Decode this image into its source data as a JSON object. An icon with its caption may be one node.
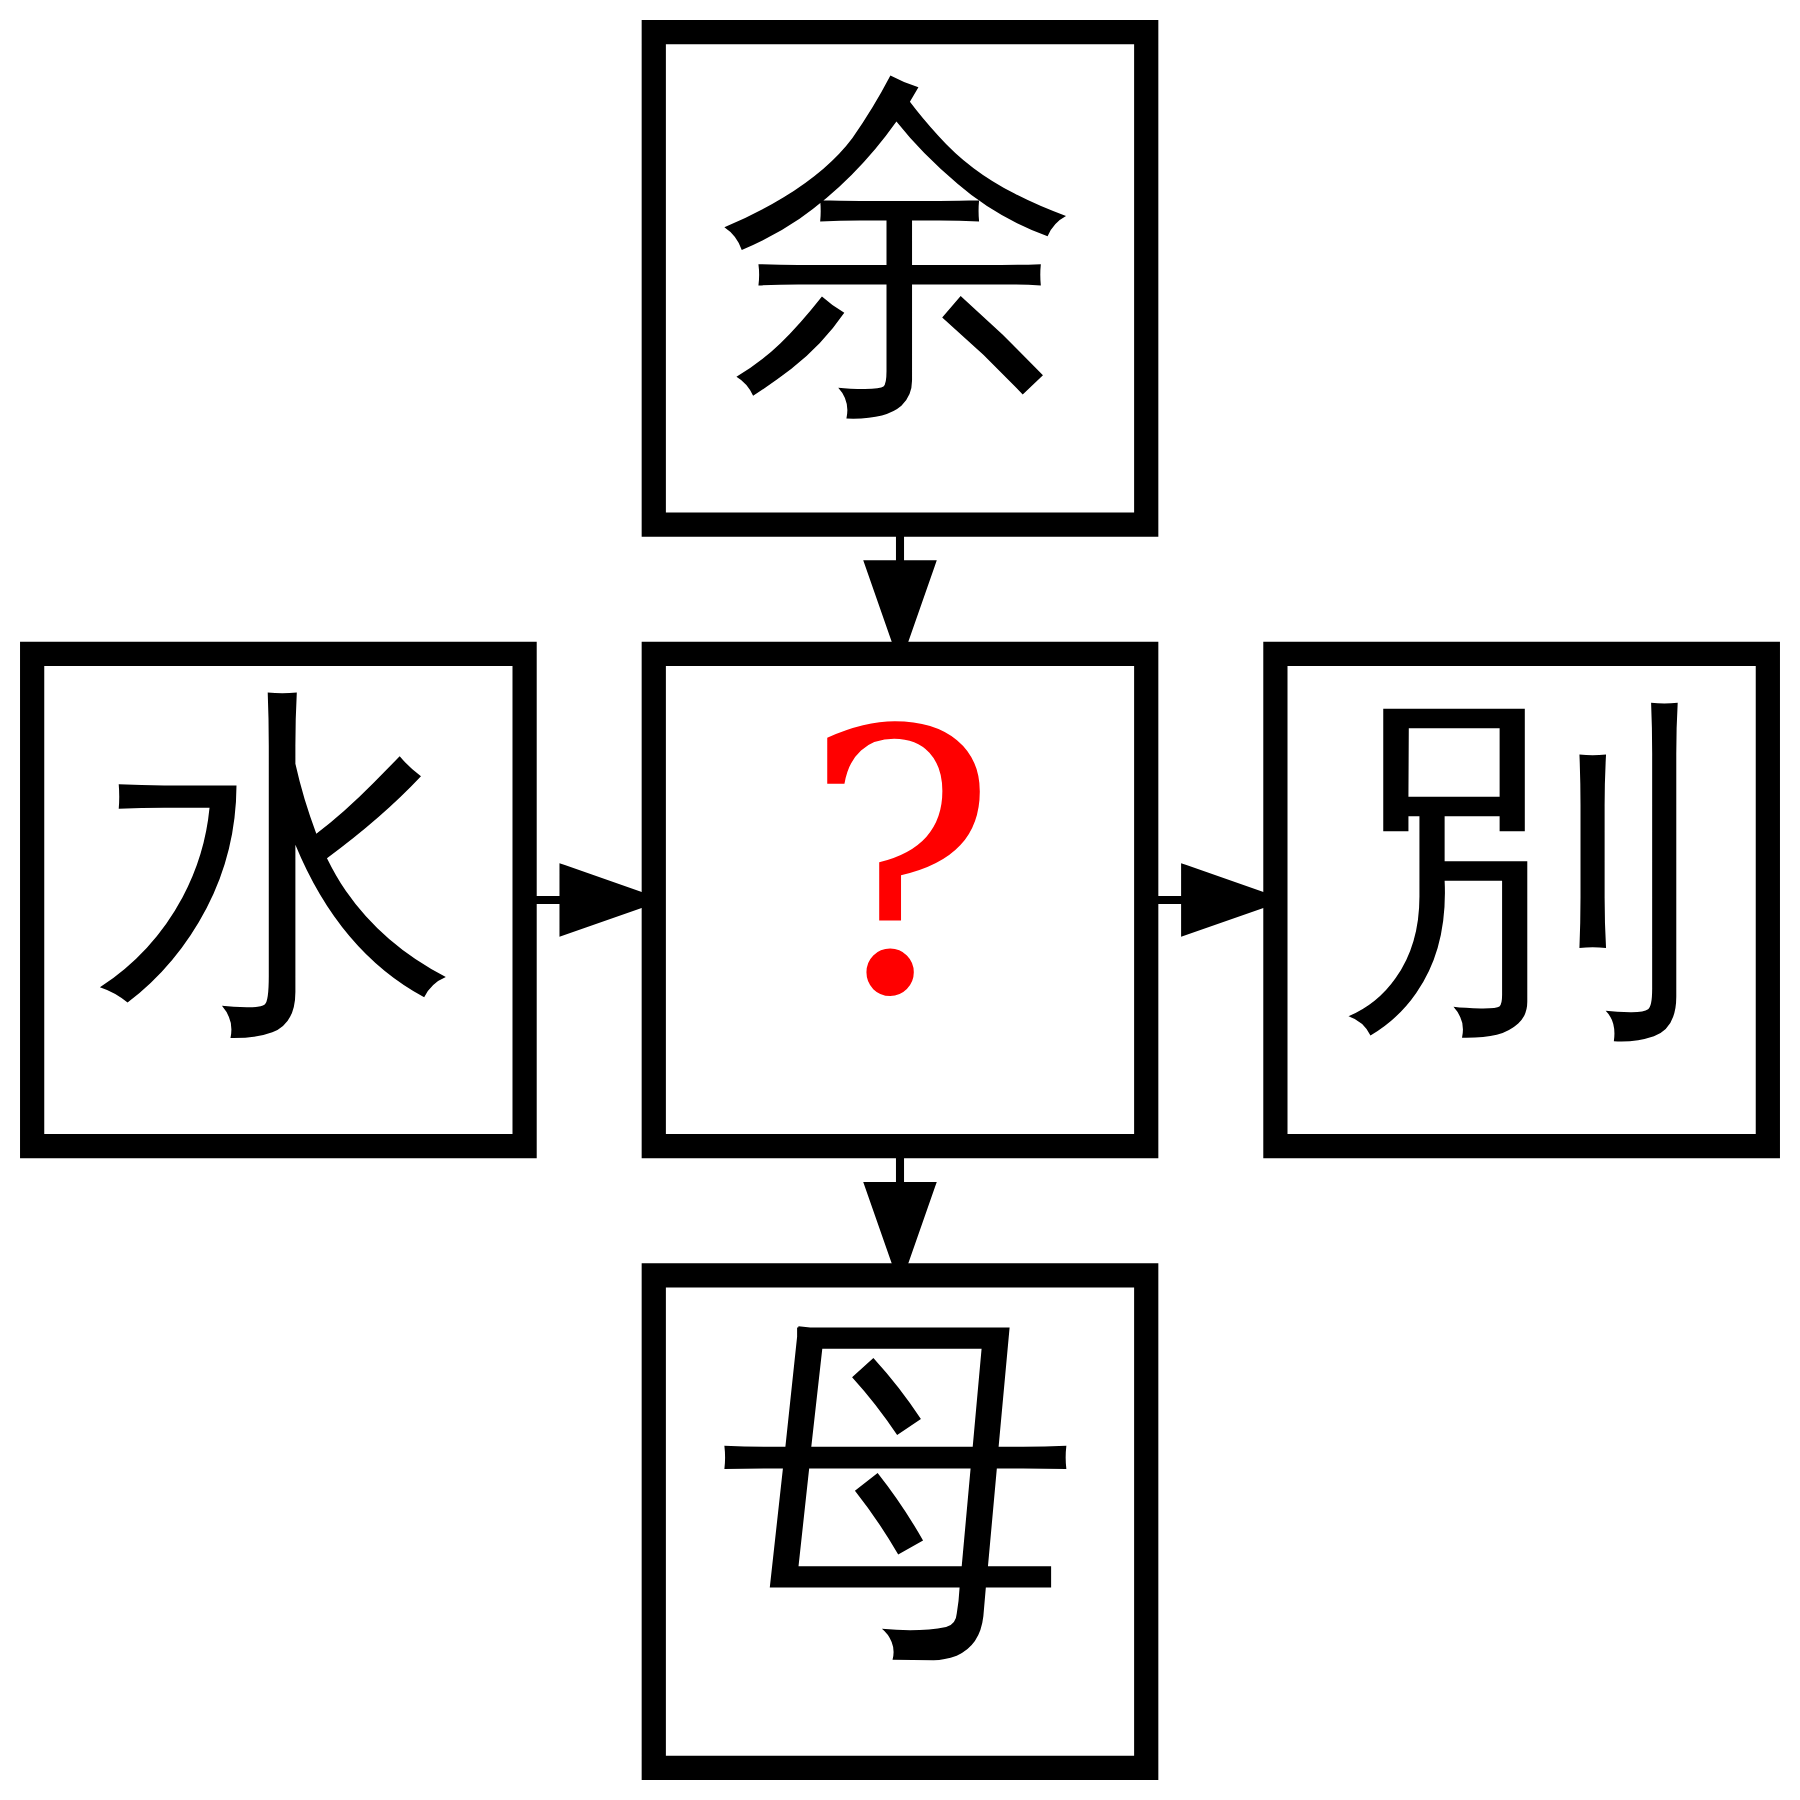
{
  "diagram": {
    "nodes": [
      {
        "text": [
          "余"
        ]
      },
      {
        "text": [
          "水"
        ]
      },
      {
        "text": [
          "?"
        ]
      },
      {
        "text": [
          "別"
        ]
      },
      {
        "text": [
          "母"
        ]
      }
    ],
    "edges": [
      {
        "from": 0,
        "to": 2,
        "arrow": "to"
      },
      {
        "from": 1,
        "to": 2,
        "arrow": "to"
      },
      {
        "from": 2,
        "to": 3,
        "arrow": "to"
      },
      {
        "from": 2,
        "to": 4,
        "arrow": "to"
      }
    ]
  }
}
